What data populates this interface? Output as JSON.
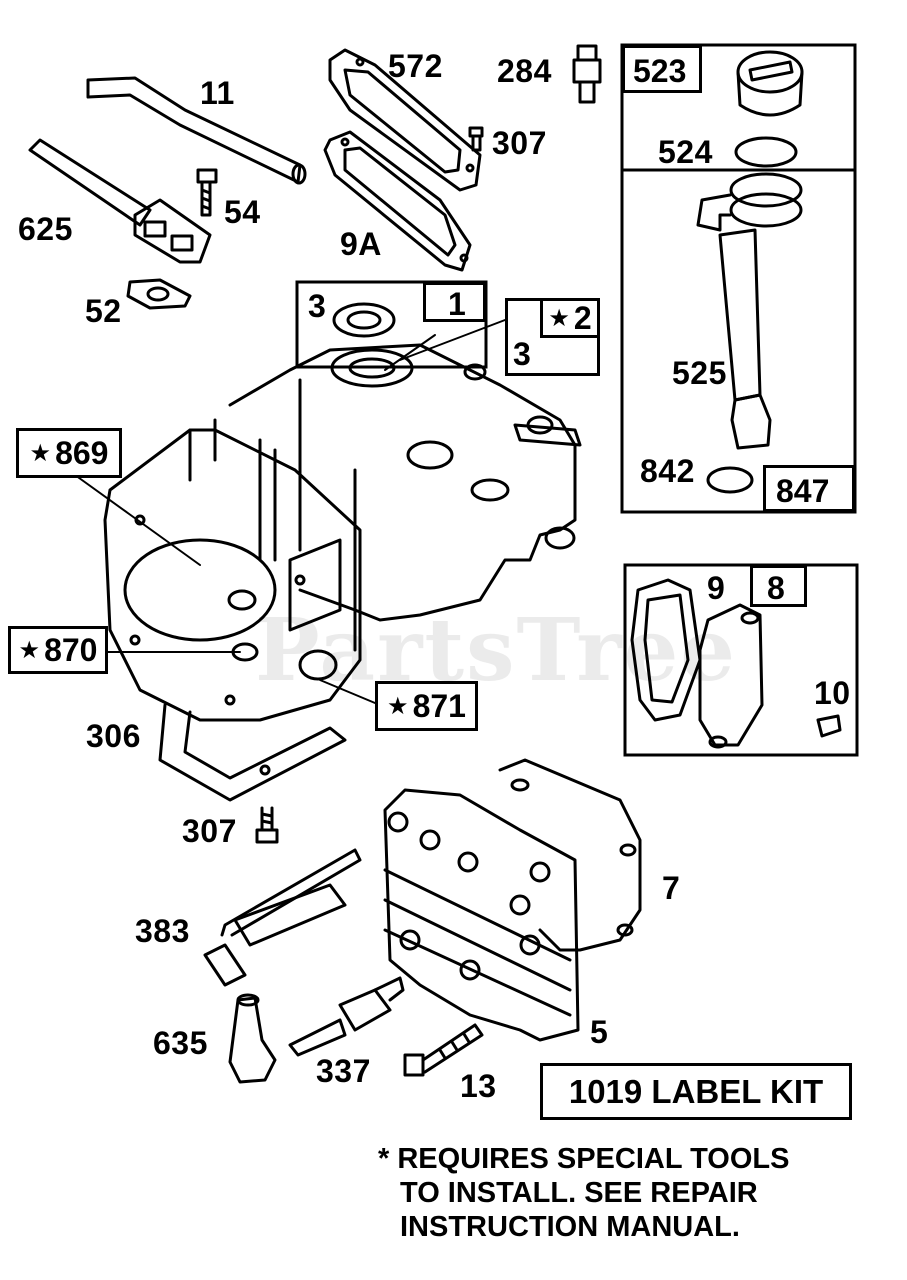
{
  "watermark": "PartsTree",
  "labels": {
    "p11": "11",
    "p572": "572",
    "p284": "284",
    "p307a": "307",
    "p625": "625",
    "p54": "54",
    "p9A": "9A",
    "p52": "52",
    "p3a": "3",
    "p1": "1",
    "p2": "2",
    "p3b": "3",
    "p523": "523",
    "p524": "524",
    "p525": "525",
    "p842": "842",
    "p847": "847",
    "p869": "869",
    "p870": "870",
    "p871": "871",
    "p306": "306",
    "p9": "9",
    "p8": "8",
    "p10": "10",
    "p307b": "307",
    "p7": "7",
    "p383": "383",
    "p635": "635",
    "p337": "337",
    "p13": "13",
    "p5": "5"
  },
  "star_symbol": "★",
  "label_kit": "1019 LABEL KIT",
  "note": {
    "line1": "* REQUIRES SPECIAL TOOLS",
    "line2": "TO INSTALL. SEE REPAIR",
    "line3": "INSTRUCTION MANUAL."
  }
}
